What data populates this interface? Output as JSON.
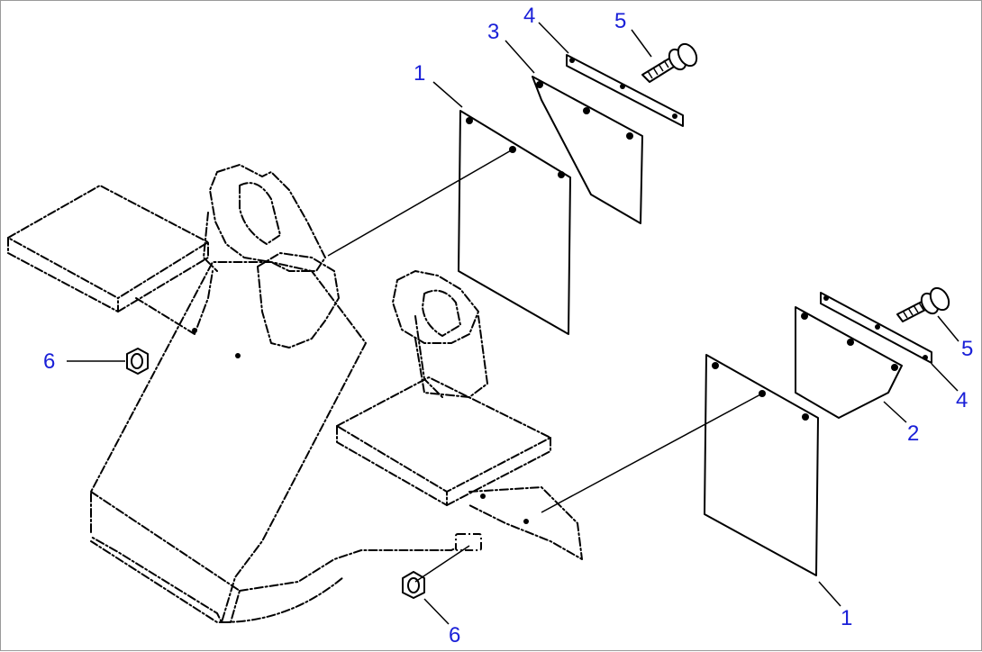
{
  "diagram": {
    "border_color": "#9a9a9a",
    "callout_color": "#1a20d8",
    "callouts": [
      "1",
      "1",
      "2",
      "3",
      "4",
      "4",
      "5",
      "5",
      "6",
      "6"
    ]
  }
}
